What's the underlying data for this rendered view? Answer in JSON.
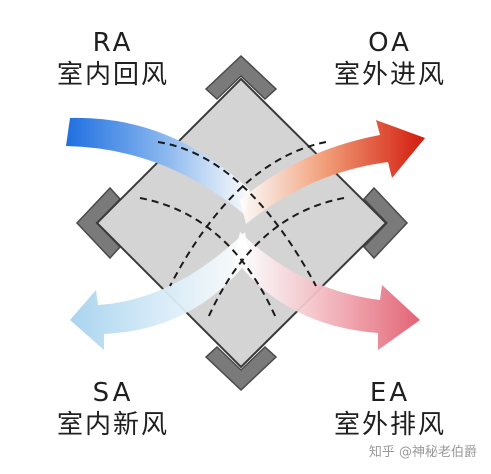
{
  "labels": {
    "ra": {
      "code": "RA",
      "name": "室内回风"
    },
    "oa": {
      "code": "OA",
      "name": "室外进风"
    },
    "sa": {
      "code": "SA",
      "name": "室内新风"
    },
    "ea": {
      "code": "EA",
      "name": "室外排风"
    }
  },
  "watermark": "知乎 @神秘老伯爵",
  "colors": {
    "exchanger_fill": "#d4d4d4",
    "exchanger_stroke": "#3a3a3a",
    "bracket": "#7a7a7a",
    "return_air": "#1f6fe0",
    "supply_air": "#a9d4ef",
    "outdoor_air": "#d21a0c",
    "exhaust_air": "#e36374"
  }
}
